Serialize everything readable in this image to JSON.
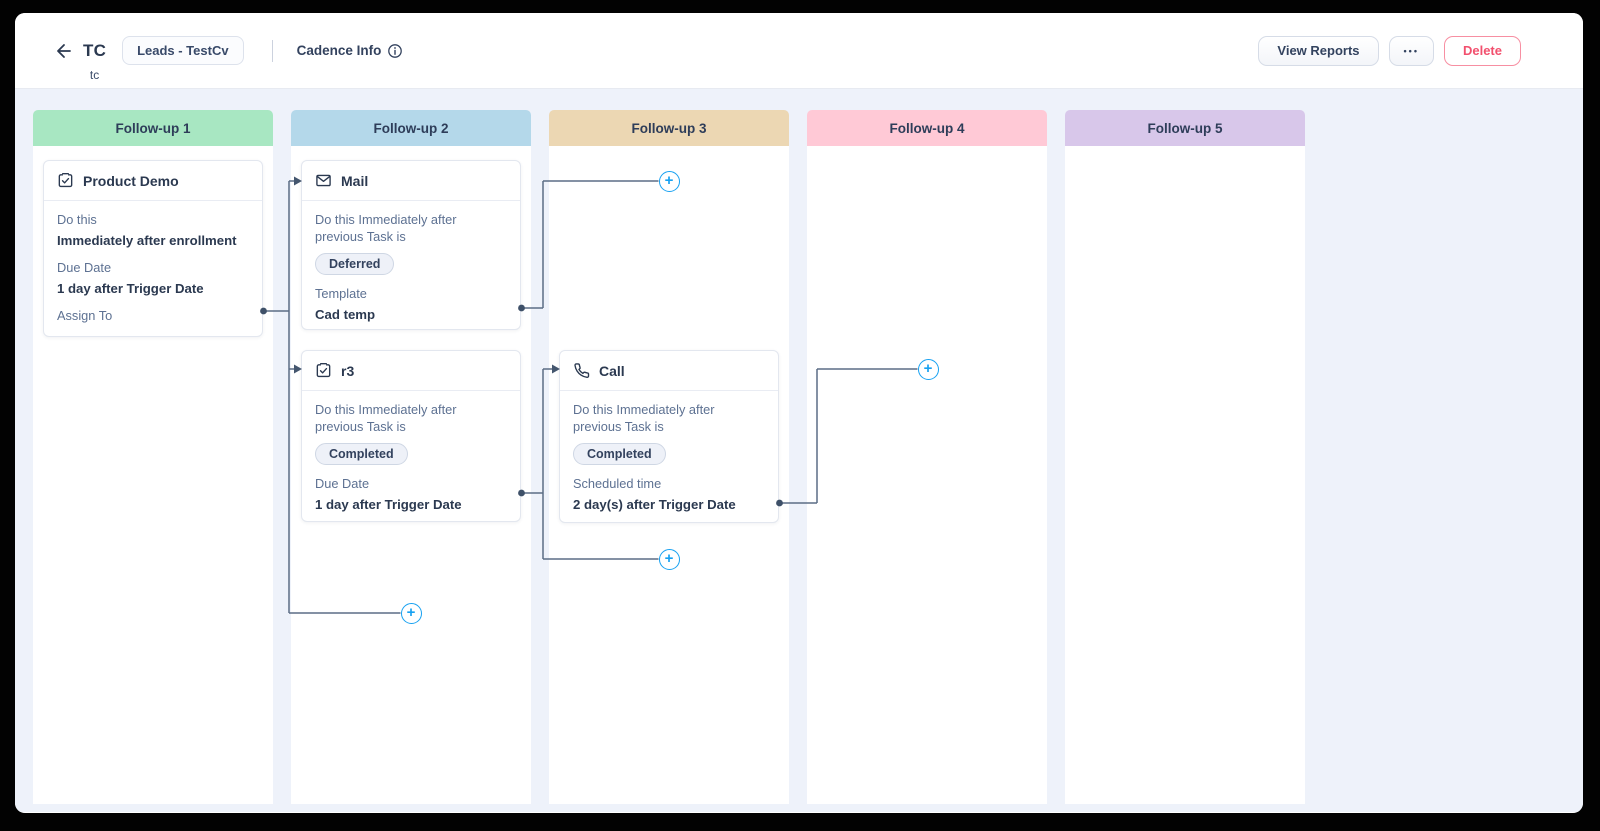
{
  "header": {
    "title": "TC",
    "subtitle": "tc",
    "module_chip": "Leads - TestCv",
    "cadence_info": "Cadence Info",
    "buttons": {
      "view_reports": "View Reports",
      "more": "•••",
      "delete": "Delete"
    }
  },
  "board": {
    "columns": [
      {
        "label": "Follow-up 1",
        "color": "#a8e7c2"
      },
      {
        "label": "Follow-up 2",
        "color": "#b4d8ea"
      },
      {
        "label": "Follow-up 3",
        "color": "#ecd7b3"
      },
      {
        "label": "Follow-up 4",
        "color": "#ffc9d6"
      },
      {
        "label": "Follow-up 5",
        "color": "#d8c7ea"
      }
    ],
    "cards": [
      {
        "title": "Product Demo",
        "icon": "task-icon",
        "column": "Follow-up 1",
        "fields": [
          {
            "label": "Do this",
            "value": "Immediately after enrollment"
          },
          {
            "label": "Due Date",
            "value": "1 day after Trigger Date"
          },
          {
            "label": "Assign To",
            "value": ""
          }
        ]
      },
      {
        "title": "Mail",
        "icon": "mail-icon",
        "column": "Follow-up 2",
        "condition_label": "Do this Immediately after previous Task is",
        "condition_badge": "Deferred",
        "fields": [
          {
            "label": "Template",
            "value": "Cad temp"
          }
        ]
      },
      {
        "title": "r3",
        "icon": "task-icon",
        "column": "Follow-up 2",
        "condition_label": "Do this Immediately after previous Task is",
        "condition_badge": "Completed",
        "fields": [
          {
            "label": "Due Date",
            "value": "1 day after Trigger Date"
          }
        ]
      },
      {
        "title": "Call",
        "icon": "call-icon",
        "column": "Follow-up 3",
        "condition_label": "Do this Immediately after previous Task is",
        "condition_badge": "Completed",
        "fields": [
          {
            "label": "Scheduled time",
            "value": "2 day(s) after Trigger Date"
          }
        ]
      }
    ],
    "add_button_glyph": "+",
    "colors": {
      "connector": "#5b6d85",
      "connector_node": "#3e5068",
      "add_button_accent": "#17a1f1",
      "delete_accent": "#f2506e",
      "canvas_background": "#eef2fa"
    }
  }
}
